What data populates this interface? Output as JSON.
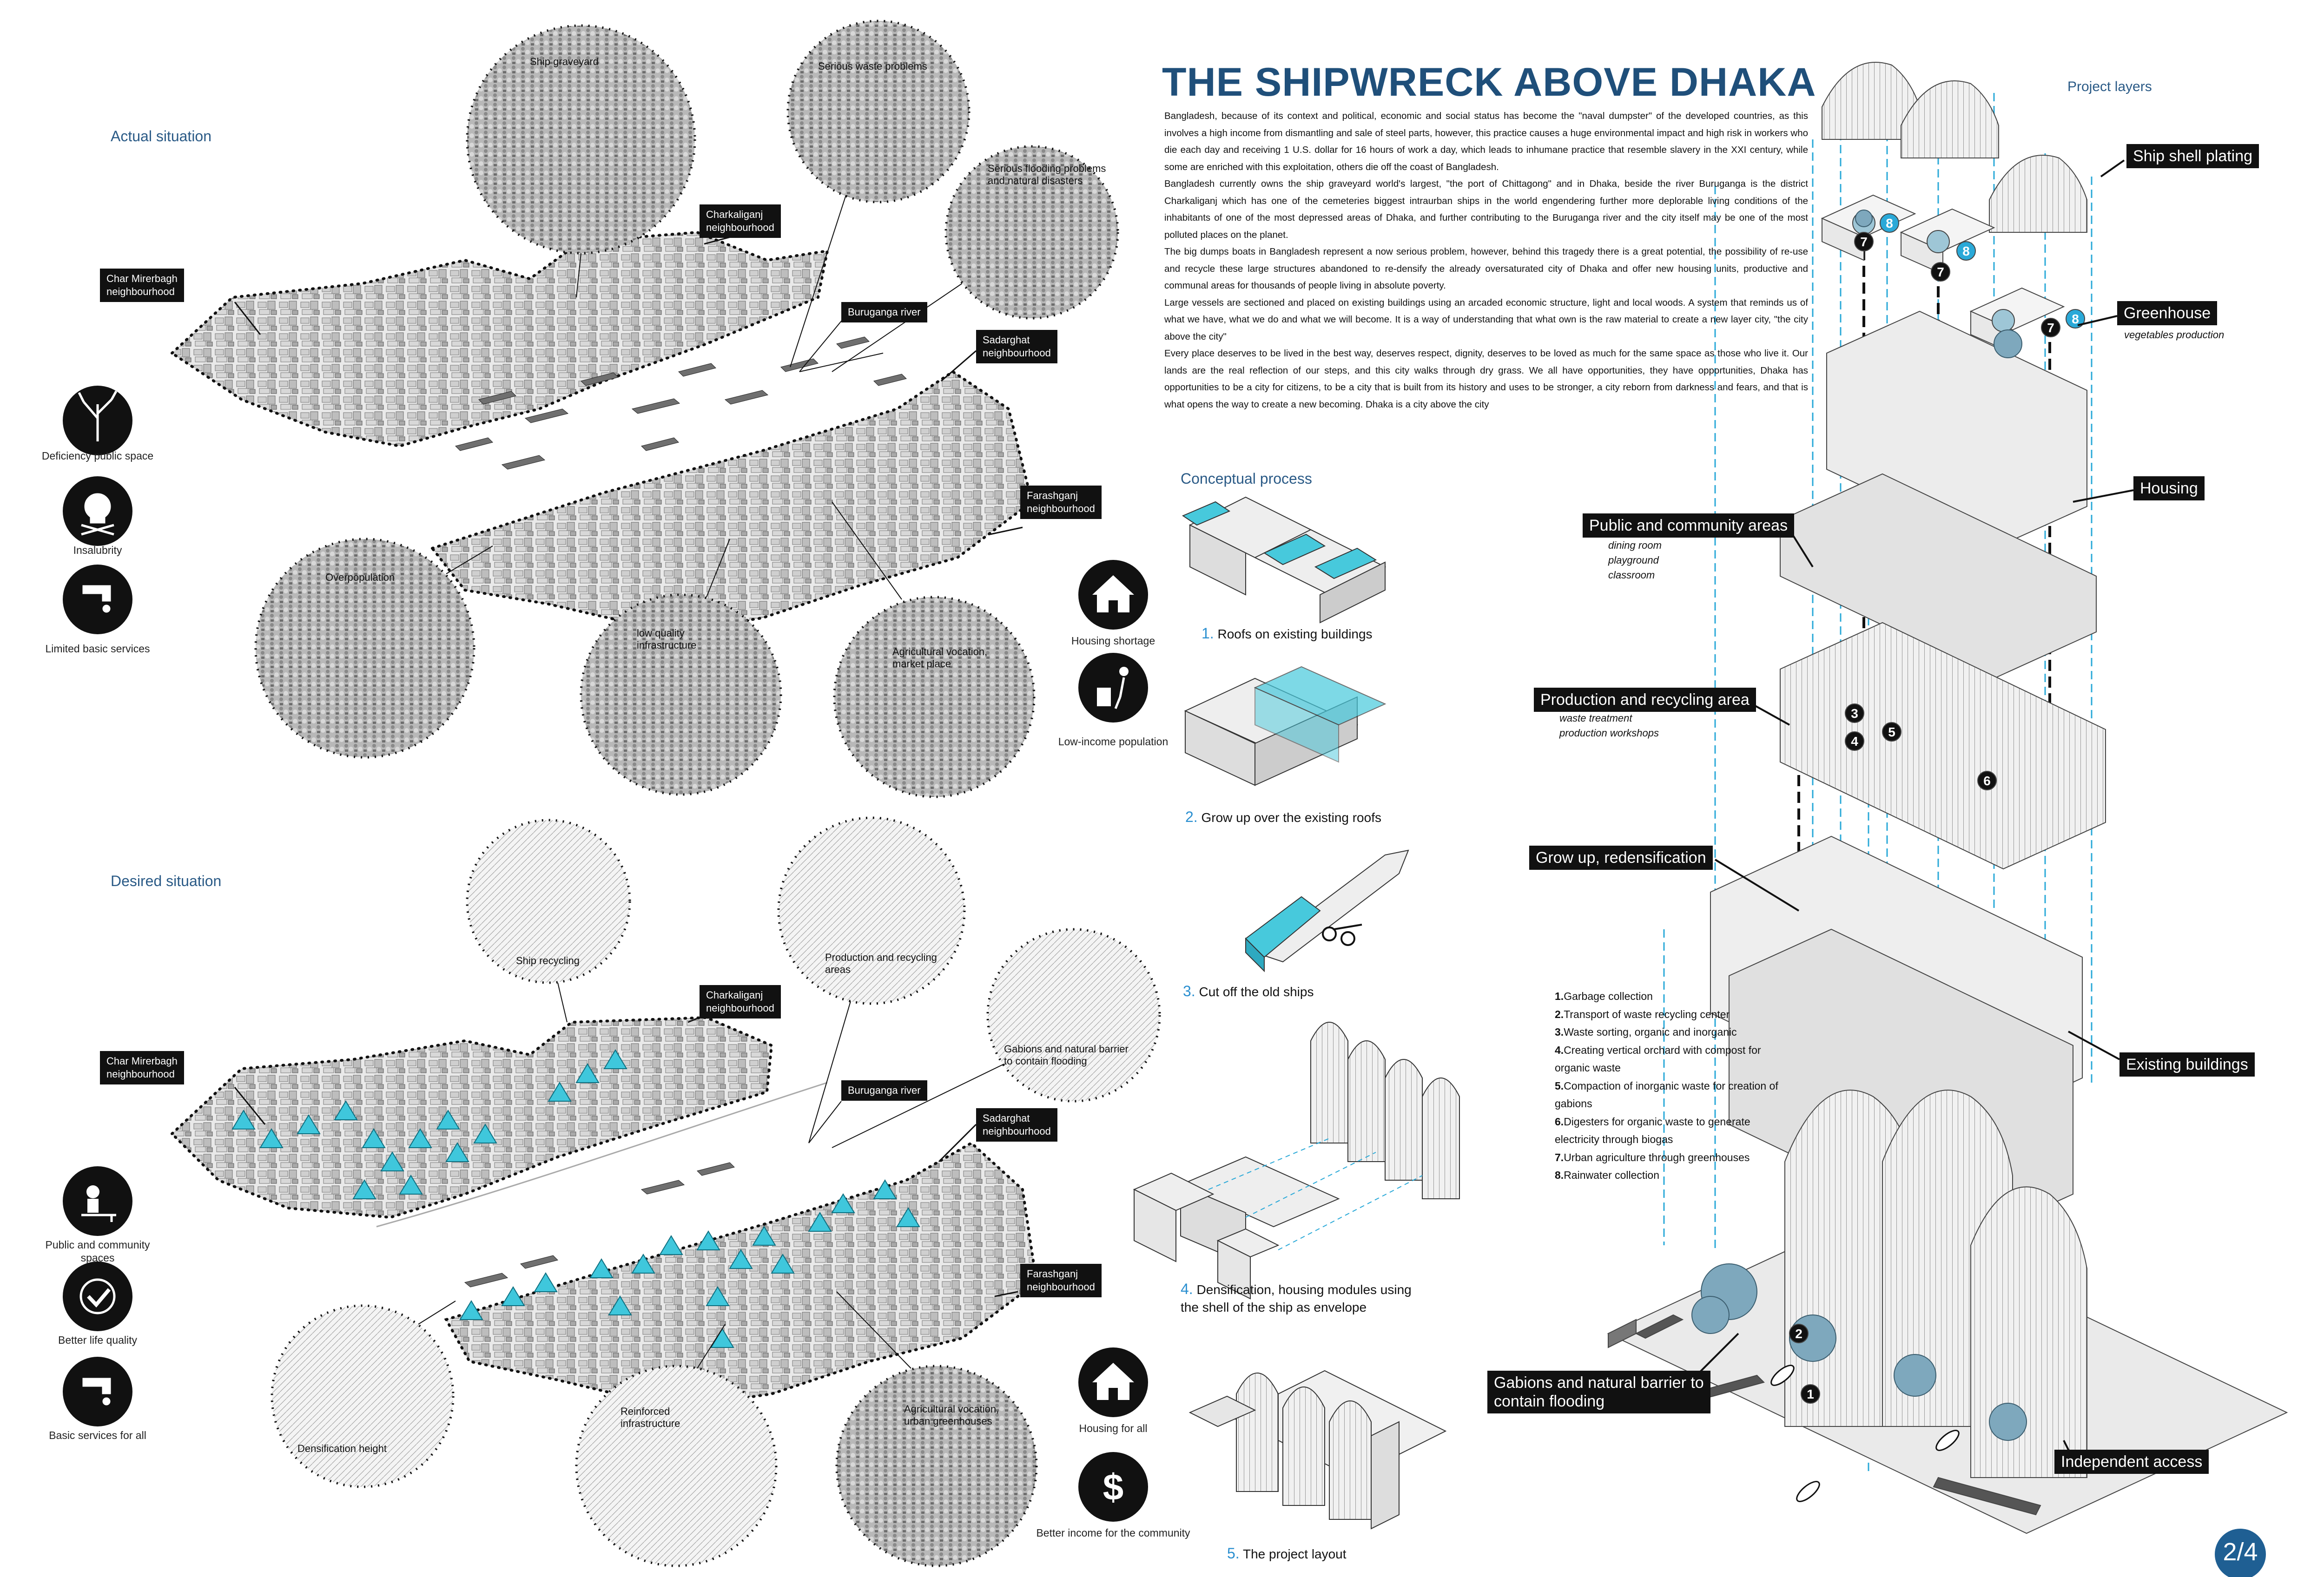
{
  "title": "THE SHIPWRECK ABOVE DHAKA",
  "intro_paragraphs": [
    "Bangladesh, because of its context and political, economic and social status has become the \"naval dumpster\" of the developed countries, as this involves a high income from dismantling and sale of steel parts, however, this practice causes a huge environmental impact and high risk in workers who die each day and receiving 1 U.S. dollar for 16 hours of work a day, which leads to inhumane practice that resemble slavery in the XXI century, while some are enriched with this exploitation, others die off the coast of Bangladesh.",
    "Bangladesh currently owns the ship graveyard world's largest, \"the port of Chittagong\" and in Dhaka, beside the river Buruganga is the district Charkaliganj which has one of the cemeteries biggest intraurban ships in the world engendering further more deplorable living conditions of the inhabitants of one of the most depressed areas of Dhaka, and further contributing to the Buruganga river and the city itself may be one of the most polluted places on the planet.",
    "The big dumps boats in Bangladesh represent a now serious problem, however, behind this tragedy there is a great potential, the possibility of re-use and recycle these large structures abandoned to re-densify the already oversaturated city of Dhaka and offer new housing units, productive and communal areas for thousands of people living in absolute poverty.",
    "Large vessels are sectioned and placed on existing buildings using an arcaded economic structure, light and local woods. A system that reminds us of what we have, what we do and what we will become. It is a way of understanding that what own is the raw material to create a new layer city, \"the city above the city\"",
    "Every place deserves to be lived in the best way, deserves respect, dignity, deserves to be loved as much for the same space as those who live it. Our lands are the real reflection of our steps, and this city walks through dry grass. We all have opportunities, they have opportunities, Dhaka has opportunities to be a city for citizens, to be a city that is built from its history and uses to be stronger, a city reborn from darkness and fears, and that is what opens the way to create a new becoming. Dhaka is a city above the city"
  ],
  "sections": {
    "actual": "Actual situation",
    "desired": "Desired situation",
    "conceptual": "Conceptual process",
    "layers": "Project layers"
  },
  "actual_labels": {
    "char_mirerbagh": "Char Mirerbagh\nneighbourhood",
    "charkaliganj": "Charkaliganj\nneighbourhood",
    "buruganga": "Buruganga river",
    "sadarghat": "Sadarghat\nneighbourhood",
    "farashganj": "Farashganj\nneighbourhood"
  },
  "actual_bubbles": {
    "ship_graveyard": "Ship graveyard",
    "waste": "Serious waste problems",
    "flooding": "Serious flooding problems\nand natural disasters",
    "overpopulation": "Overpopulation",
    "low_quality": "low quality\ninfrastructure",
    "agricultural": "Agricultural vocation,\nmarket place"
  },
  "actual_icons": {
    "deficiency": "Deficiency public space",
    "insalubrity": "Insalubrity",
    "limited": "Limited basic services",
    "housing_shortage": "Housing shortage",
    "low_income": "Low-income population"
  },
  "desired_labels": {
    "char_mirerbagh": "Char Mirerbagh\nneighbourhood",
    "charkaliganj": "Charkaliganj\nneighbourhood",
    "buruganga": "Buruganga river",
    "sadarghat": "Sadarghat\nneighbourhood",
    "farashganj": "Farashganj\nneighbourhood"
  },
  "desired_bubbles": {
    "ship_recycling": "Ship recycling",
    "production": "Production and recycling\nareas",
    "gabions": "Gabions and natural barrier\nto contain flooding",
    "densification": "Densification height",
    "reinforced": "Reinforced\ninfrastructure",
    "agricultural": "Agricultural vocation,\nurban greenhouses"
  },
  "desired_icons": {
    "public": "Public and community spaces",
    "better_life": "Better life quality",
    "basic": "Basic services for all",
    "housing_all": "Housing for all",
    "better_income": "Better income for the community"
  },
  "steps": [
    {
      "n": "1.",
      "text": "Roofs on existing buildings"
    },
    {
      "n": "2.",
      "text": "Grow up over the existing roofs"
    },
    {
      "n": "3.",
      "text": "Cut off the old ships"
    },
    {
      "n": "4.",
      "text": "Densification, housing modules using\nthe shell of the ship as envelope"
    },
    {
      "n": "5.",
      "text": "The project layout"
    }
  ],
  "layer_labels": {
    "ship_shell": "Ship shell plating",
    "greenhouse": "Greenhouse",
    "greenhouse_sub": "vegetables production",
    "housing": "Housing",
    "public": "Public and community areas",
    "public_sub": "dining room\nplayground\nclassroom",
    "production": "Production and recycling area",
    "production_sub": "waste treatment\nproduction workshops",
    "grow": "Grow up, redensification",
    "existing": "Existing buildings",
    "gabions": "Gabions and natural barrier to\ncontain flooding",
    "independent": "Independent access"
  },
  "legend": [
    {
      "n": "1.",
      "text": "Garbage collection"
    },
    {
      "n": "2.",
      "text": "Transport of waste recycling center"
    },
    {
      "n": "3.",
      "text": "Waste sorting, organic and inorganic"
    },
    {
      "n": "4.",
      "text": "Creating vertical orchard with compost for organic waste"
    },
    {
      "n": "5.",
      "text": "Compaction of inorganic waste for creation of gabions"
    },
    {
      "n": "6.",
      "text": "Digesters for organic waste to generate electricity through biogas"
    },
    {
      "n": "7.",
      "text": "Urban agriculture through greenhouses"
    },
    {
      "n": "8.",
      "text": "Rainwater collection"
    }
  ],
  "page_number": "2/4",
  "colors": {
    "title": "#1f4f7a",
    "accent": "#2aa9d8",
    "cyan": "#46c8dc",
    "dark": "#111111"
  }
}
